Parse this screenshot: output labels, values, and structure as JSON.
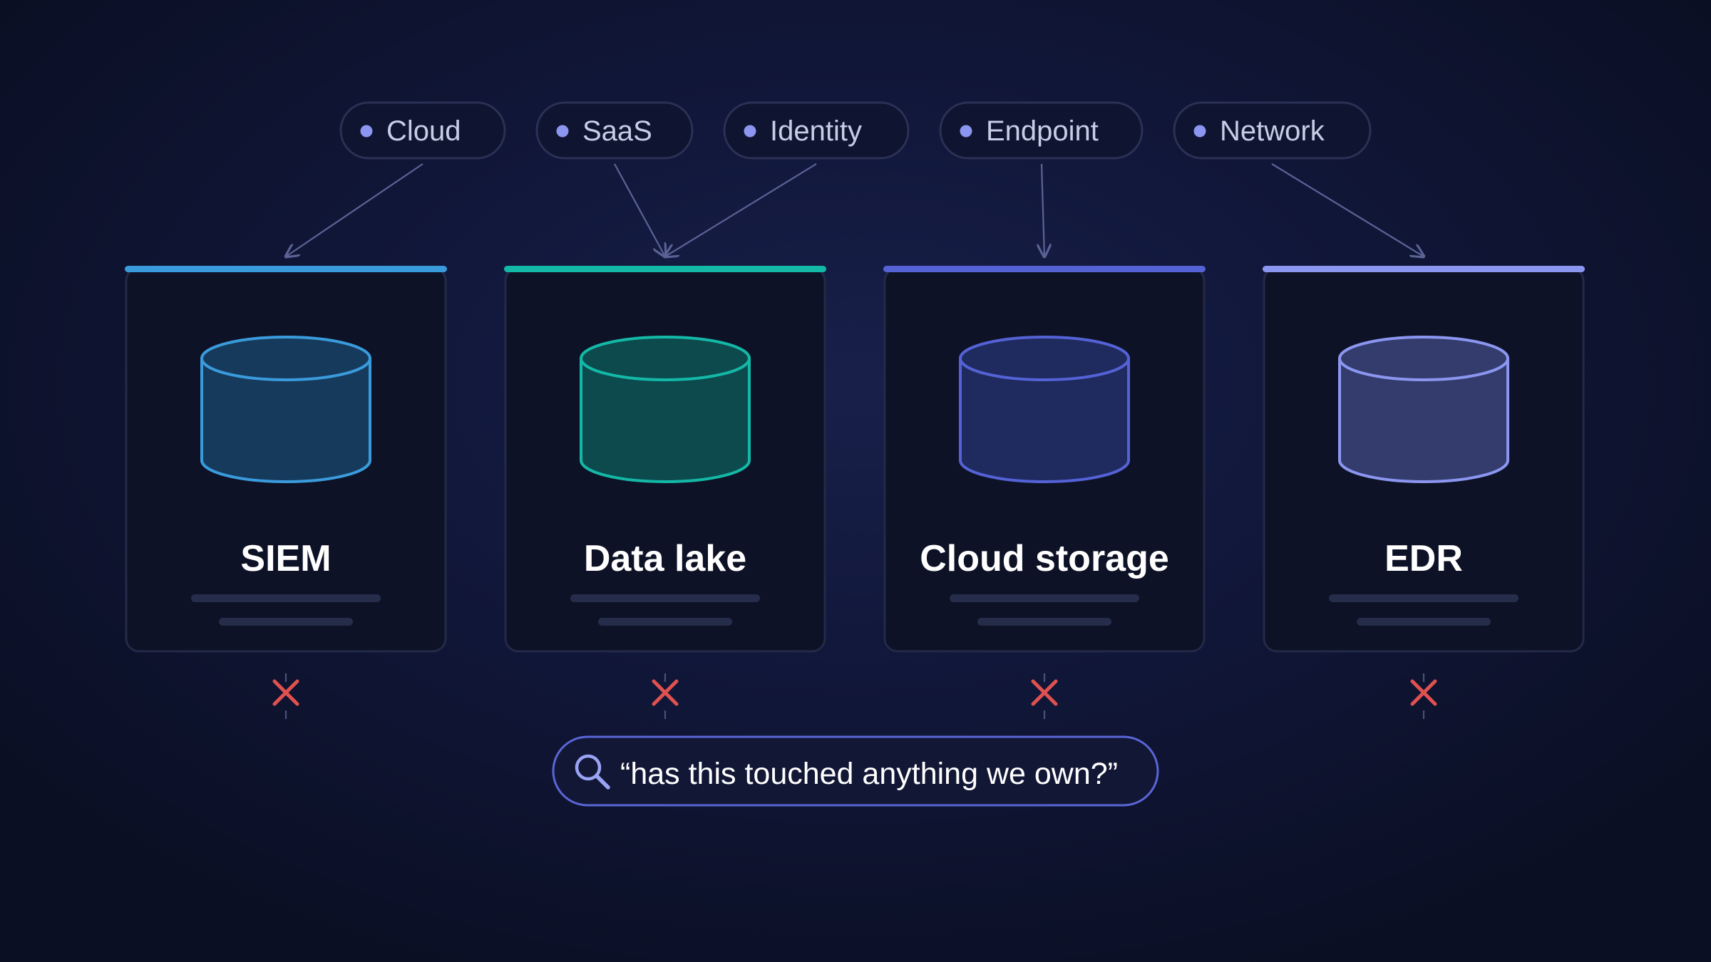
{
  "sources": [
    {
      "id": "cloud",
      "label": "Cloud"
    },
    {
      "id": "saas",
      "label": "SaaS"
    },
    {
      "id": "identity",
      "label": "Identity"
    },
    {
      "id": "endpoint",
      "label": "Endpoint"
    },
    {
      "id": "network",
      "label": "Network"
    }
  ],
  "stores": [
    {
      "id": "siem",
      "label": "SIEM",
      "accent": "#3a9bdc",
      "fill": "#163a5c",
      "status": "not-found"
    },
    {
      "id": "data-lake",
      "label": "Data lake",
      "accent": "#14b8a6",
      "fill": "#0c4a4e",
      "status": "not-found"
    },
    {
      "id": "cloud-storage",
      "label": "Cloud storage",
      "accent": "#5462d6",
      "fill": "#1f2a5e",
      "status": "not-found"
    },
    {
      "id": "edr",
      "label": "EDR",
      "accent": "#8b96f0",
      "fill": "#343c6e",
      "status": "not-found"
    }
  ],
  "flows": [
    {
      "from": "cloud",
      "to": "siem"
    },
    {
      "from": "saas",
      "to": "data-lake"
    },
    {
      "from": "identity",
      "to": "data-lake"
    },
    {
      "from": "endpoint",
      "to": "cloud-storage"
    },
    {
      "from": "network",
      "to": "edr"
    }
  ],
  "query": {
    "text": "“has this touched anything we own?”",
    "icon": "search-icon"
  },
  "colors": {
    "pill_dot": "#8b96f0",
    "pill_border": "#2a3154",
    "arrow": "#5b6396",
    "miss": "#e0514f",
    "query_border": "#5a66d6"
  }
}
